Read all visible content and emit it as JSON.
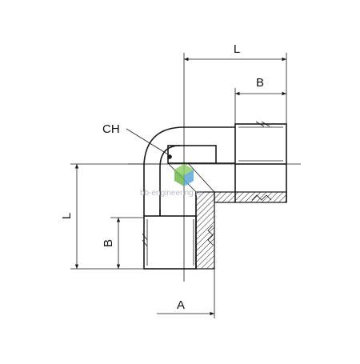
{
  "labels": {
    "overall_length_top": "L",
    "thread_length_top": "B",
    "hex_size": "CH",
    "overall_length_left": "L",
    "thread_length_left": "B",
    "thread_size": "A"
  },
  "watermark": "bb-engineering.ru",
  "colors": {
    "line": "#1a1a1a",
    "hatch": "#1a1a1a",
    "watermark": "#b9bec4",
    "logo_green": "#6fb84a",
    "logo_blue": "#5aa7d6"
  },
  "icons": {
    "watermark_logo": "bb-engineering-cube-logo"
  }
}
